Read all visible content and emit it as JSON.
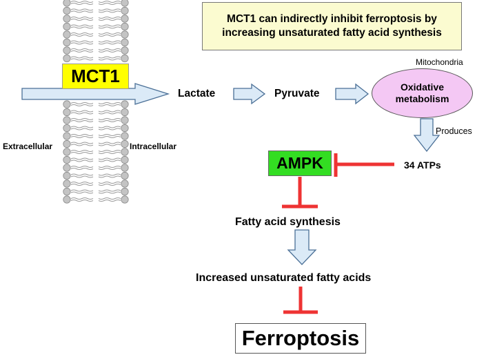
{
  "title": "MCT1 can indirectly inhibit ferroptosis by increasing unsaturated fatty acid synthesis",
  "membrane": {
    "extracellular": "Extracellular",
    "intracellular": "Intracellular"
  },
  "nodes": {
    "mct1": "MCT1",
    "lactate": "Lactate",
    "pyruvate": "Pyruvate",
    "mitochondria": "Mitochondria",
    "oxidative": "Oxidative metabolism",
    "produces": "Produces",
    "atps": "34 ATPs",
    "ampk": "AMPK",
    "fatty_acid_synthesis": "Fatty acid synthesis",
    "increased_ufa": "Increased unsaturated fatty acids",
    "ferroptosis": "Ferroptosis"
  },
  "colors": {
    "arrow_fill": "#dbeaf7",
    "arrow_stroke": "#4a6f96",
    "inhibit": "#ee3333",
    "membrane_head": "#c4c4c4",
    "mct1": "#ffff00",
    "ampk": "#33dd22",
    "ellipse": "#f4c8f4",
    "title_bg": "#fbfbd0"
  }
}
